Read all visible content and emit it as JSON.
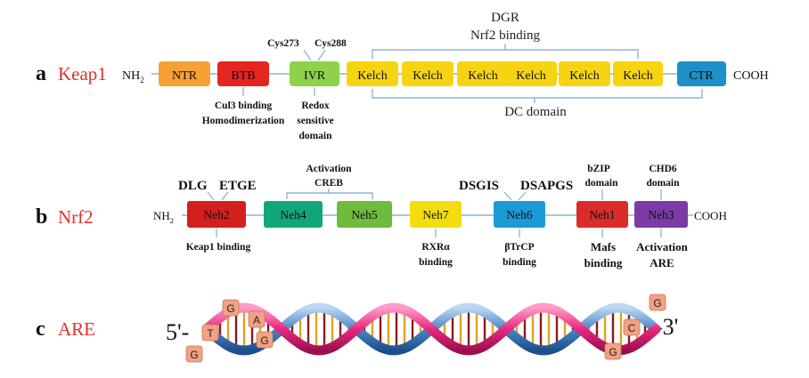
{
  "panel_a": {
    "letter": "a",
    "name": "Keap1",
    "n_term": "NH",
    "n_sub": "2",
    "c_term": "COOH",
    "domains": [
      "NTR",
      "BTB",
      "IVR",
      "Kelch",
      "Kelch",
      "Kelch",
      "Kelch",
      "Kelch",
      "Kelch",
      "CTR"
    ],
    "cys_a": "Cys273",
    "cys_b": "Cys288",
    "dgr_line1": "DGR",
    "dgr_line2": "Nrf2 binding",
    "btb_note1": "Cul3 binding",
    "btb_note2": "Homodimerization",
    "ivr_note1": "Redox",
    "ivr_note2": "sensitive",
    "ivr_note3": "domain",
    "dc": "DC domain"
  },
  "panel_b": {
    "letter": "b",
    "name": "Nrf2",
    "n_term": "NH",
    "n_sub": "2",
    "c_term": "COOH",
    "domains": [
      "Neh2",
      "Neh4",
      "Neh5",
      "Neh7",
      "Neh6",
      "Neh1",
      "Neh3"
    ],
    "motif_dlg": "DLG",
    "motif_etge": "ETGE",
    "activation_line1": "Activation",
    "activation_line2": "CREB",
    "motif_dsgis": "DSGIS",
    "motif_dsapgs": "DSAPGS",
    "bzip_line1": "bZIP",
    "bzip_line2": "domain",
    "chd6_line1": "CHD6",
    "chd6_line2": "domain",
    "keap1_binding": "Keap1 binding",
    "rxr_line1": "RXRα",
    "rxr_line2": "binding",
    "btrcp_line1": "βTrCP",
    "btrcp_line2": "binding",
    "mafs_line1": "Mafs",
    "mafs_line2": "binding",
    "act_are_line1": "Activation",
    "act_are_line2": "ARE"
  },
  "panel_c": {
    "letter": "c",
    "name": "ARE",
    "five_prime": "5'-",
    "three_prime": "-3'",
    "bases_left": [
      "G",
      "T",
      "G",
      "A",
      "G"
    ],
    "bases_right": [
      "G",
      "C",
      "G"
    ]
  },
  "colors": {
    "label_red": "#e0302a",
    "bracket_blue": "#8ab4d8",
    "ntr": "#f7a033",
    "btb": "#e52620",
    "ivr": "#8ed14a",
    "kelch": "#f7d411",
    "ctr": "#1e90c8",
    "neh2": "#d41f1f",
    "neh4": "#12a77a",
    "neh5": "#6fbb3f",
    "neh7": "#f2de10",
    "neh6": "#1c9ad6",
    "neh1": "#dc2b2b",
    "neh3": "#7a3ba7",
    "base_box": "#f2a283",
    "helix_blue": "#3c7ec0",
    "helix_pink": "#e8287f"
  }
}
